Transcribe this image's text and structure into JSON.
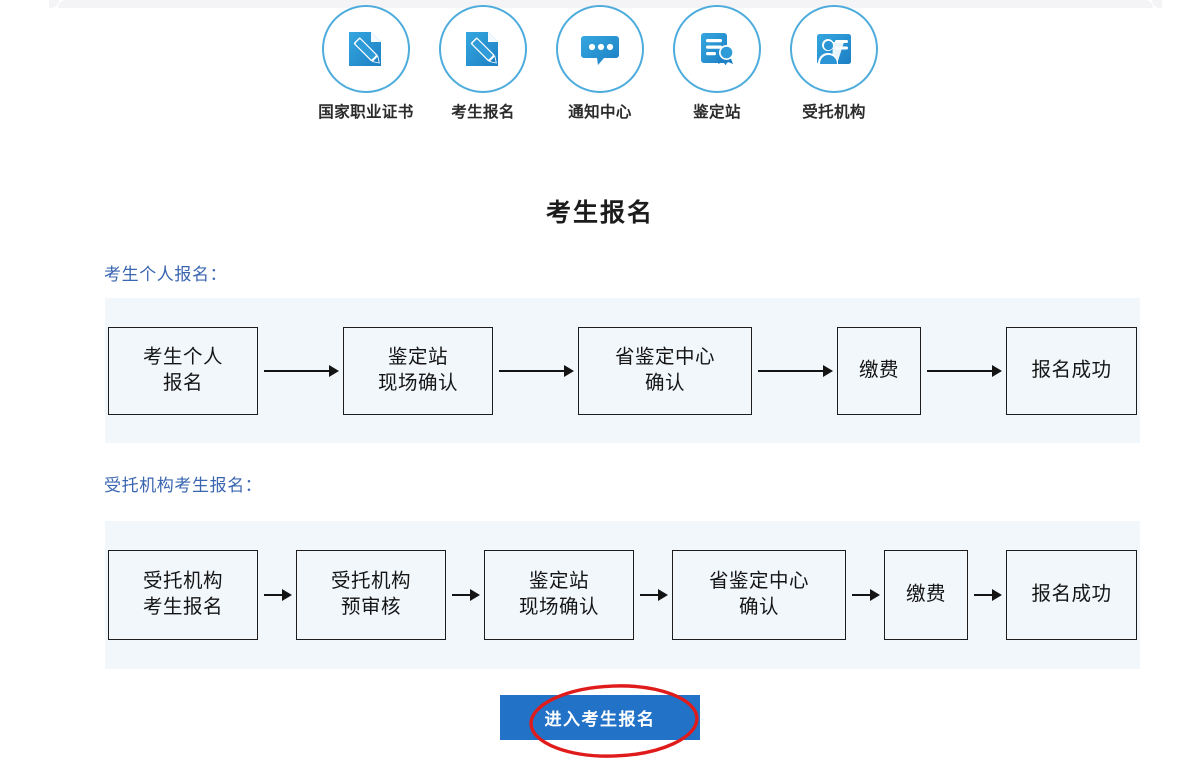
{
  "browser": {
    "tab_strip_visible": true
  },
  "nav": {
    "items": [
      {
        "label": "国家职业证书",
        "icon": "document-pencil-icon"
      },
      {
        "label": "考生报名",
        "icon": "document-pencil-icon"
      },
      {
        "label": "通知中心",
        "icon": "speech-bubble-dots-icon"
      },
      {
        "label": "鉴定站",
        "icon": "certificate-ribbon-icon"
      },
      {
        "label": "受托机构",
        "icon": "id-card-person-icon"
      }
    ]
  },
  "page": {
    "title": "考生报名"
  },
  "sections": [
    {
      "label": "考生个人报名：",
      "flow": [
        "考生个人\n报名",
        "鉴定站\n现场确认",
        "省鉴定中心\n确认",
        "缴费",
        "报名成功"
      ],
      "nodes": [
        {
          "line1": "考生个人",
          "line2": "报名"
        },
        {
          "line1": "鉴定站",
          "line2": "现场确认"
        },
        {
          "line1": "省鉴定中心",
          "line2": "确认"
        },
        {
          "line1": "缴费",
          "line2": ""
        },
        {
          "line1": "报名成功",
          "line2": ""
        }
      ]
    },
    {
      "label": "受托机构考生报名：",
      "flow": [
        "受托机构\n考生报名",
        "受托机构\n预审核",
        "鉴定站\n现场确认",
        "省鉴定中心\n确认",
        "缴费",
        "报名成功"
      ],
      "nodes": [
        {
          "line1": "受托机构",
          "line2": "考生报名"
        },
        {
          "line1": "受托机构",
          "line2": "预审核"
        },
        {
          "line1": "鉴定站",
          "line2": "现场确认"
        },
        {
          "line1": "省鉴定中心",
          "line2": "确认"
        },
        {
          "line1": "缴费",
          "line2": ""
        },
        {
          "line1": "报名成功",
          "line2": ""
        }
      ]
    }
  ],
  "cta": {
    "label": "进入考生报名"
  },
  "annotation": {
    "shape": "red-ellipse",
    "target": "进入考生报名"
  },
  "colors": {
    "brand_blue": "#2272c8",
    "icon_blue": "#2e9fd8",
    "circle_border": "#4dacdc",
    "section_label": "#3a66b0",
    "band_background": "#f2f7fc",
    "annotation_red": "#e01b1b",
    "flow_box_border": "#1d1d1d",
    "title_text": "#1c1c1c"
  }
}
